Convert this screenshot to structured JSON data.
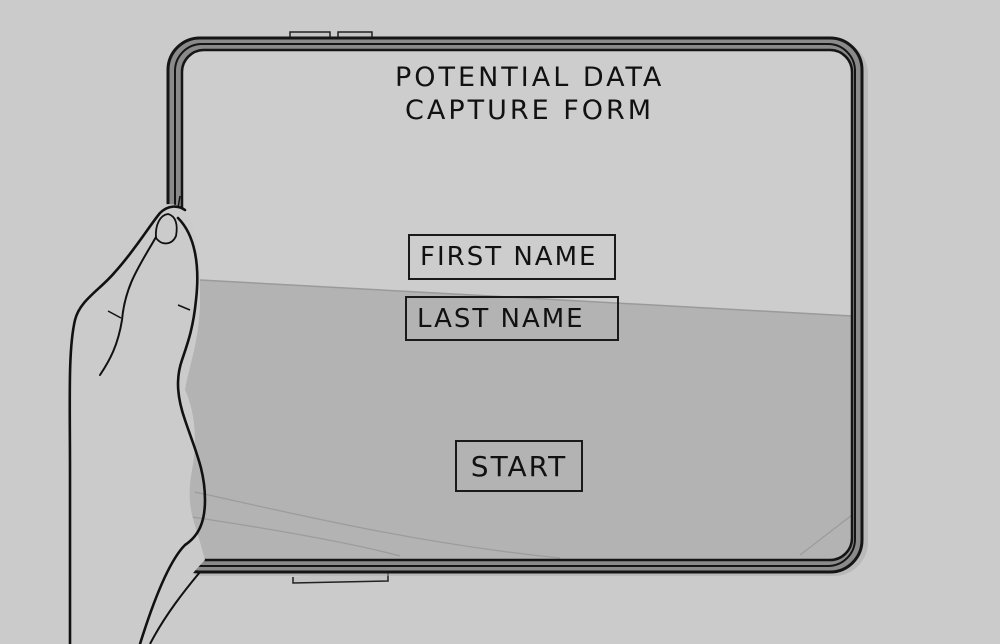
{
  "scene": {
    "description": "Hand-drawn sketch of a hand holding a tablet displaying a form",
    "colors": {
      "background": "#cbcbcb",
      "screen_upper": "#cdcdcd",
      "screen_lower_shadow": "#b3b3b3",
      "bezel": "#8a8a8a",
      "ink": "#111111"
    }
  },
  "form": {
    "title_line_1": "POTENTIAL DATA",
    "title_line_2": "CAPTURE FORM",
    "first_name_label": "FIRST NAME",
    "last_name_label": "LAST NAME",
    "start_button_label": "START"
  }
}
